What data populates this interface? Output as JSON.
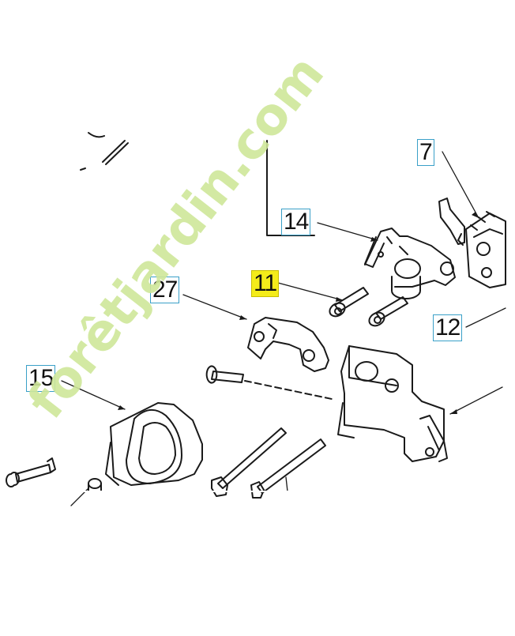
{
  "callouts": {
    "c7": {
      "label": "7"
    },
    "c14": {
      "label": "14"
    },
    "c11": {
      "label": "11"
    },
    "c27": {
      "label": "27"
    },
    "c12": {
      "label": "12"
    },
    "c15": {
      "label": "15"
    }
  },
  "watermark": {
    "text": "forêtjardin.com",
    "colors": {
      "primary": "#cfe79a",
      "accent": "#f6c48a",
      "dotcom": "#d9d3c6"
    }
  },
  "colors": {
    "line": "#1a1a1a",
    "callout_border": "#3aa0c8",
    "highlight": "#f4ec1a"
  }
}
